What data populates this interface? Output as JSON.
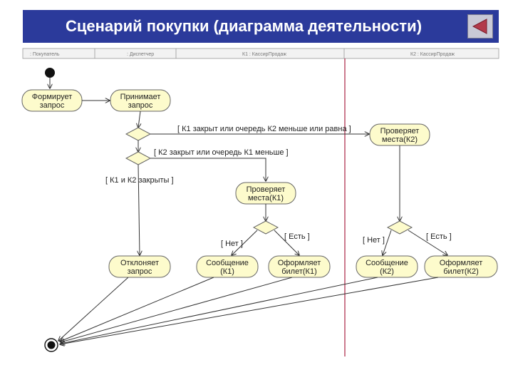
{
  "title": "Сценарий покупки (диаграмма деятельности)",
  "back_icon": "triangle-left-icon",
  "colors": {
    "title_bg": "#2b3a9b",
    "node_fill": "#fdfbcc",
    "lane_divider": "#aa2244"
  },
  "lanes": {
    "buyer": ": Покупатель",
    "dispatcher": ": Диспетчер",
    "cashier1": "К1 : КассирПродаж",
    "cashier2": "К2 : КассирПродаж"
  },
  "nodes": {
    "request_line1": "Формирует",
    "request_line2": "запрос",
    "accept_line1": "Принимает",
    "accept_line2": "запрос",
    "check2_line1": "Проверяет",
    "check2_line2": "места(К2)",
    "check1_line1": "Проверяет",
    "check1_line2": "места(К1)",
    "reject_line1": "Отклоняет",
    "reject_line2": "запрос",
    "msg1_line1": "Сообщение",
    "msg1_line2": "(К1)",
    "issue1_line1": "Оформляет",
    "issue1_line2": "билет(К1)",
    "msg2_line1": "Сообщение",
    "msg2_line2": "(К2)",
    "issue2_line1": "Оформляет",
    "issue2_line2": "билет(К2)"
  },
  "guards": {
    "k1_closed": "[ К1 закрыт или очередь К2 меньше или равна ]",
    "k2_closed": "[ К2 закрыт или очередь К1 меньше ]",
    "both_closed": "[ К1 и К2 закрыты ]",
    "no1": "[ Нет ]",
    "yes1": "[ Есть ]",
    "no2": "[ Нет ]",
    "yes2": "[ Есть ]"
  }
}
